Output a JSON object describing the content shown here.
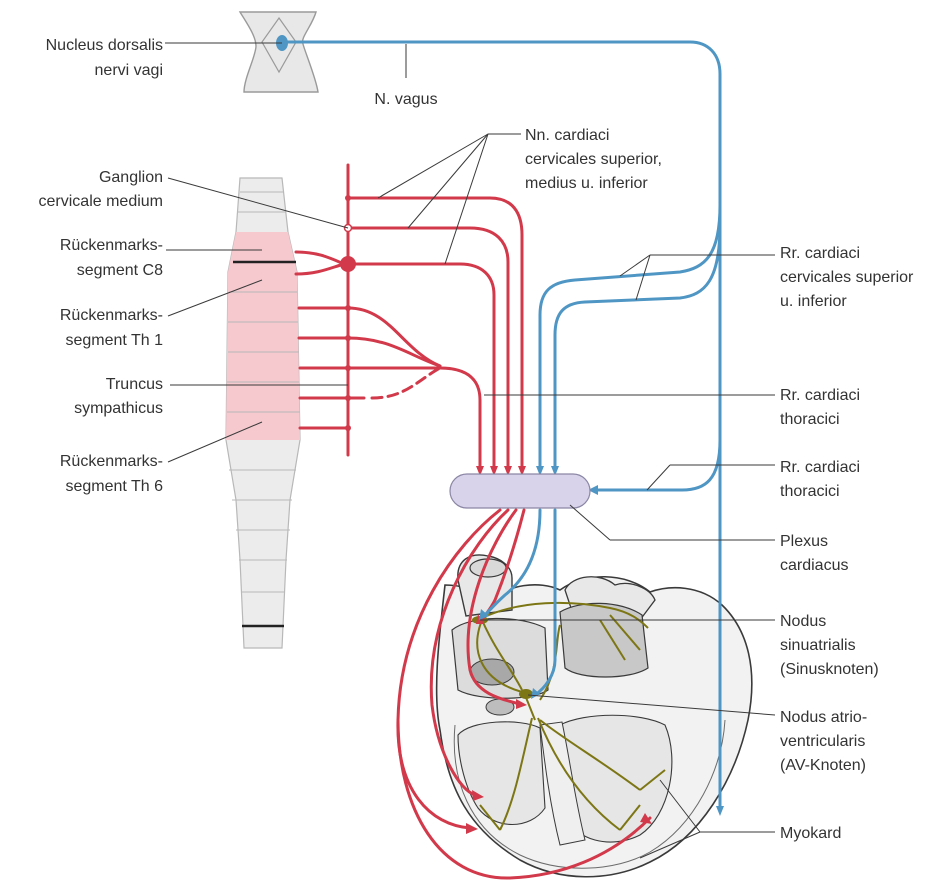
{
  "labels": {
    "nucleus_dorsalis_1": "Nucleus dorsalis",
    "nucleus_dorsalis_2": "nervi vagi",
    "n_vagus": "N. vagus",
    "nn_cardiaci_1": "Nn. cardiaci",
    "nn_cardiaci_2": "cervicales superior,",
    "nn_cardiaci_3": "medius u. inferior",
    "ganglion_1": "Ganglion",
    "ganglion_2": "cervicale medium",
    "c8_1": "Rückenmarks-",
    "c8_2": "segment C8",
    "th1_1": "Rückenmarks-",
    "th1_2": "segment Th 1",
    "truncus_1": "Truncus",
    "truncus_2": "sympathicus",
    "th6_1": "Rückenmarks-",
    "th6_2": "segment Th 6",
    "rr_cerv_1": "Rr. cardiaci",
    "rr_cerv_2": "cervicales superior",
    "rr_cerv_3": "u. inferior",
    "rr_thor_a_1": "Rr. cardiaci",
    "rr_thor_a_2": "thoracici",
    "rr_thor_b_1": "Rr. cardiaci",
    "rr_thor_b_2": "thoracici",
    "plexus_1": "Plexus",
    "plexus_2": "cardiacus",
    "sa_1": "Nodus",
    "sa_2": "sinuatrialis",
    "sa_3": "(Sinusknoten)",
    "av_1": "Nodus atrio-",
    "av_2": "ventricularis",
    "av_3": "(AV-Knoten)",
    "myokard": "Myokard"
  },
  "colors": {
    "sympathetic": "#d2394a",
    "parasympathetic": "#4f96c4",
    "segment_highlight": "#f6c9cf",
    "plexus_fill": "#d8d2ea",
    "conduction_system": "#7d7614"
  }
}
